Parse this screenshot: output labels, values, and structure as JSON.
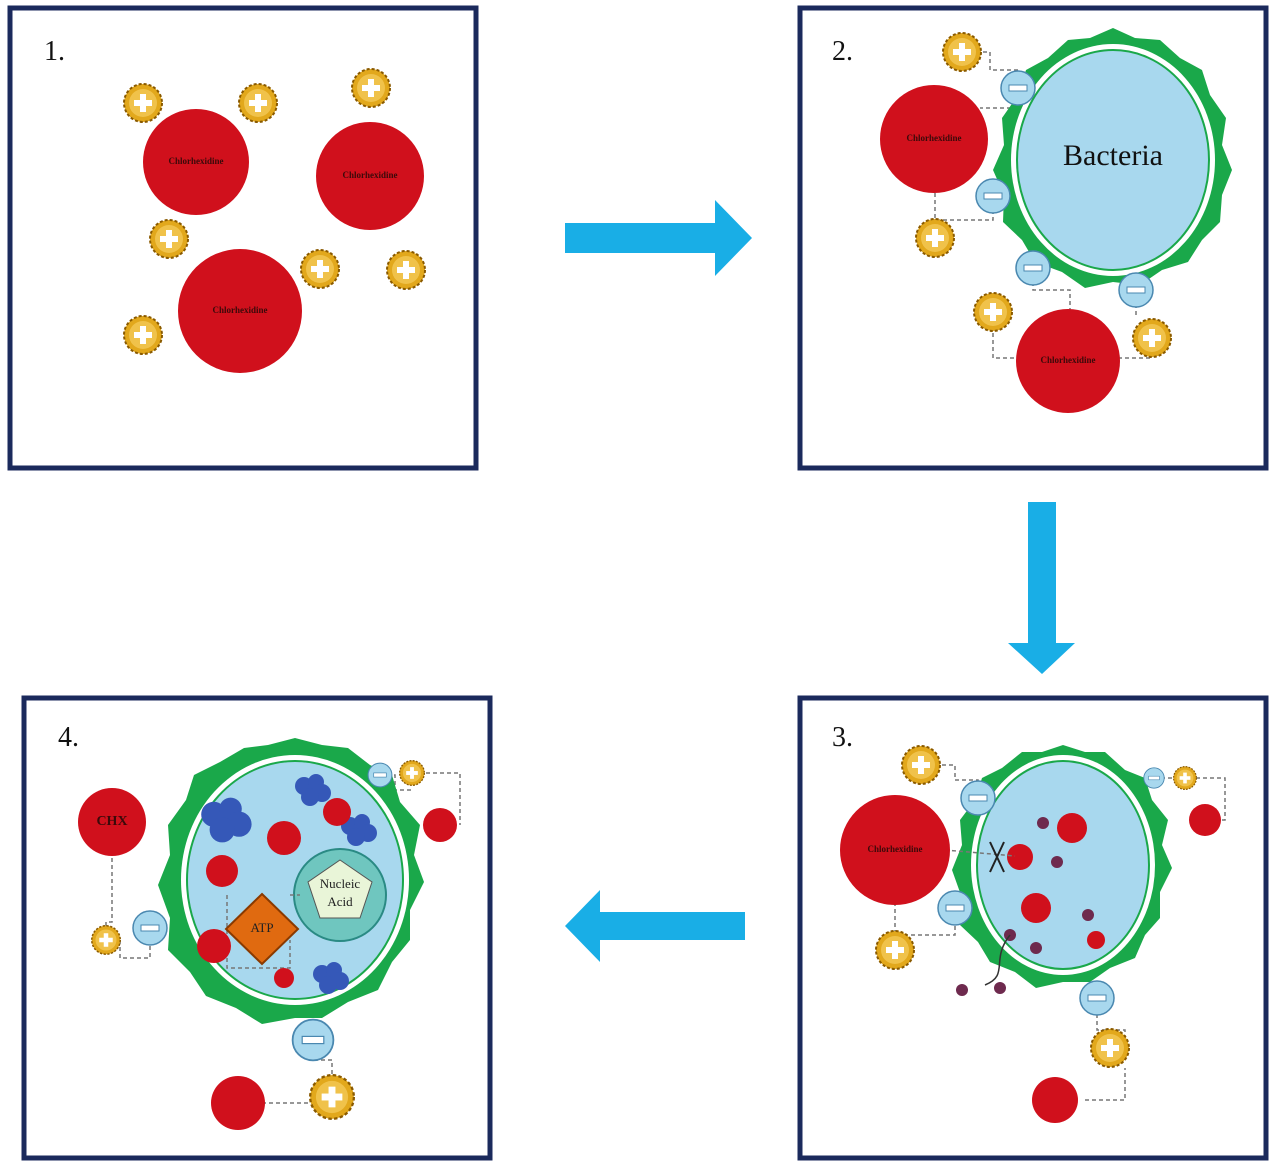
{
  "panels": [
    {
      "number": "1."
    },
    {
      "number": "2."
    },
    {
      "number": "3."
    },
    {
      "number": "4."
    }
  ],
  "labels": {
    "chlorhexidine": "Chlorhexidine",
    "chx": "CHX",
    "bacteria": "Bacteria",
    "atp": "ATP",
    "nucleic_acid_line1": "Nucleic",
    "nucleic_acid_line2": "Acid"
  },
  "colors": {
    "frame": "#1b2a5c",
    "chlorhexidine": "#d0101c",
    "cell_wall": "#1aa84a",
    "cytoplasm": "#a8d8ee",
    "positive_charge": "#e2a81c",
    "negative_charge": "#a8d8ee",
    "arrow": "#19aee6",
    "atp": "#e06a10",
    "protein_aggregate": "#3558b8",
    "nucleic_acid": "#6fc6bf"
  },
  "icons": [
    "positive-charge-icon",
    "negative-charge-icon",
    "arrow-right-icon",
    "arrow-down-icon",
    "arrow-left-icon"
  ]
}
